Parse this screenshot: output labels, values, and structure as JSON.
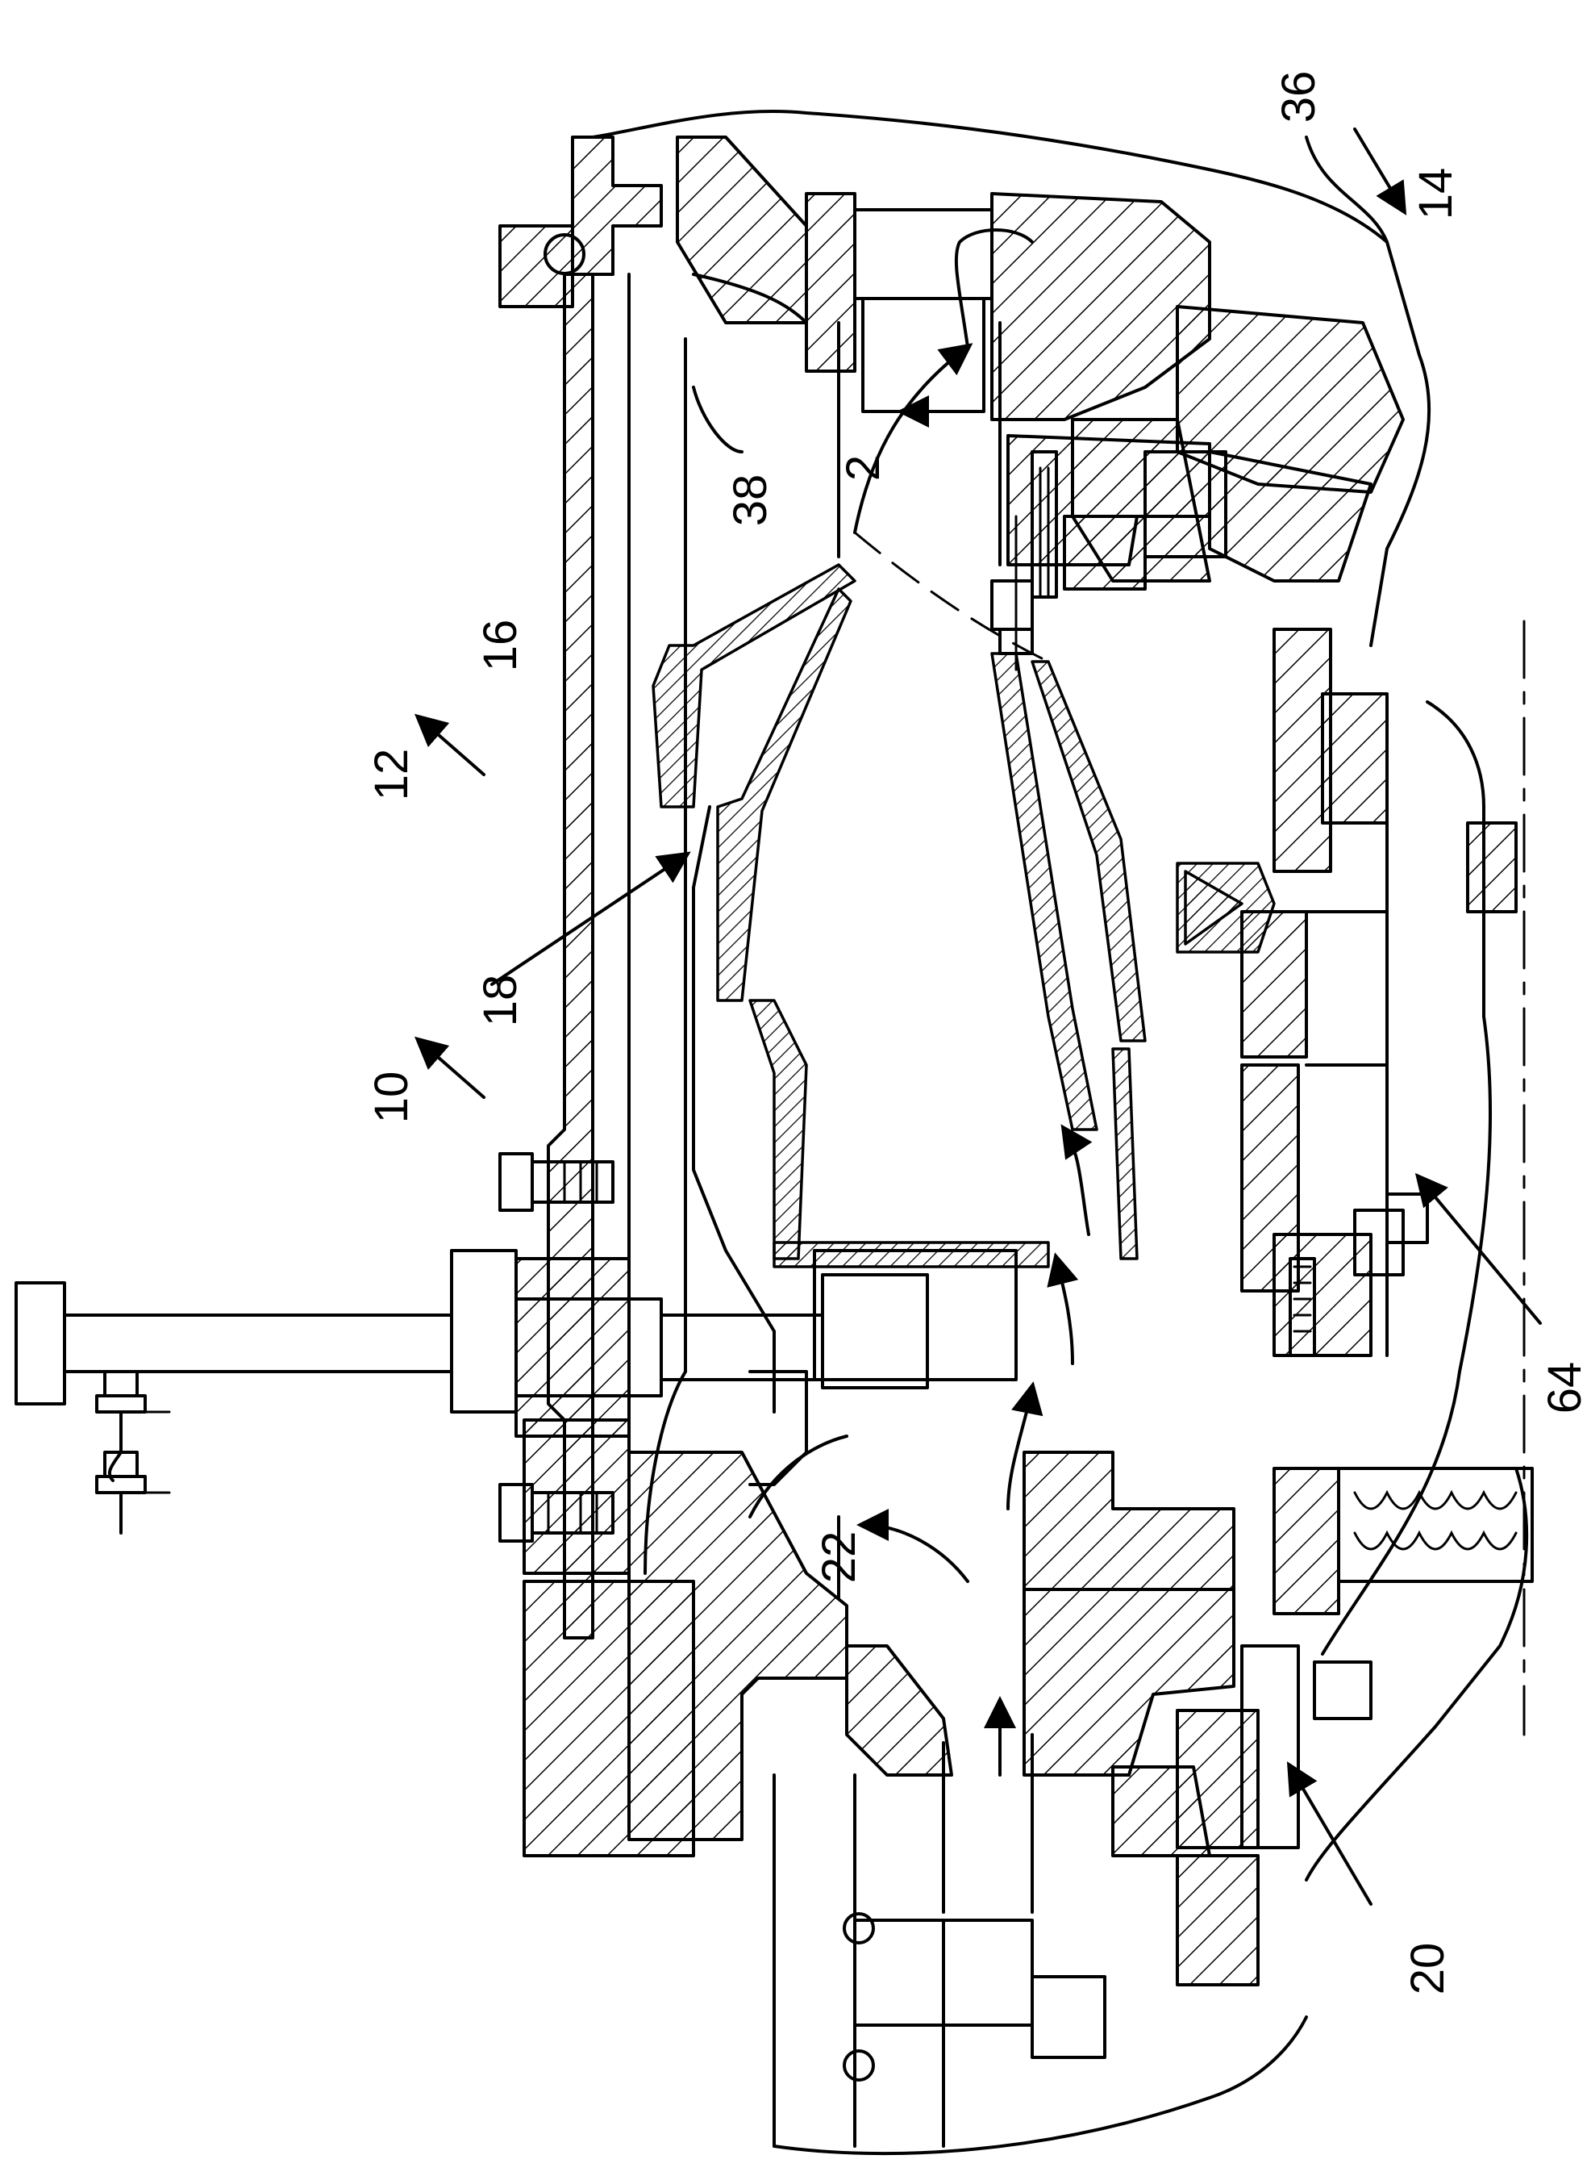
{
  "figure": {
    "labels": {
      "ref_10": "10",
      "ref_12": "12",
      "ref_14": "14",
      "ref_16": "16",
      "ref_18": "18",
      "ref_20": "20",
      "ref_22": "22",
      "ref_2": "2",
      "ref_36": "36",
      "ref_38": "38",
      "ref_64": "64"
    }
  }
}
